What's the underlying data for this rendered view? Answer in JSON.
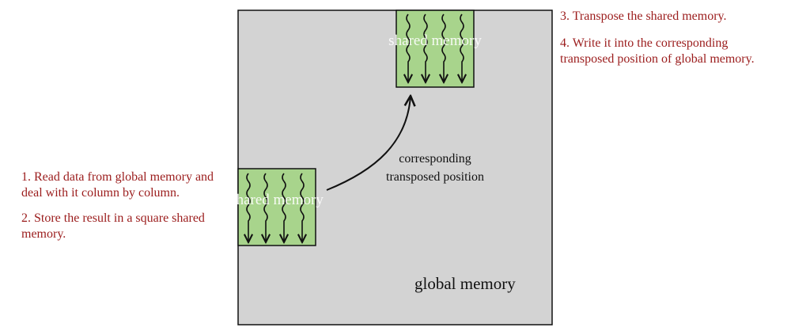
{
  "colors": {
    "global_fill": "#d3d3d3",
    "shared_fill": "#a8d48c",
    "note_text": "#9b1c1c",
    "stroke": "#111111",
    "shared_label_text": "#ffffff"
  },
  "global_memory": {
    "label": "global memory"
  },
  "shared_block_label": "shared memory",
  "arrow_label": {
    "line1": "corresponding",
    "line2": "transposed position"
  },
  "notes_left": [
    {
      "text": "1. Read data from global memory and deal with it column by column."
    },
    {
      "text": "2. Store the result in a square shared memory."
    }
  ],
  "notes_right": [
    {
      "text": "3. Transpose the shared memory."
    },
    {
      "text": "4. Write it into the corresponding transposed position of global memory."
    }
  ]
}
